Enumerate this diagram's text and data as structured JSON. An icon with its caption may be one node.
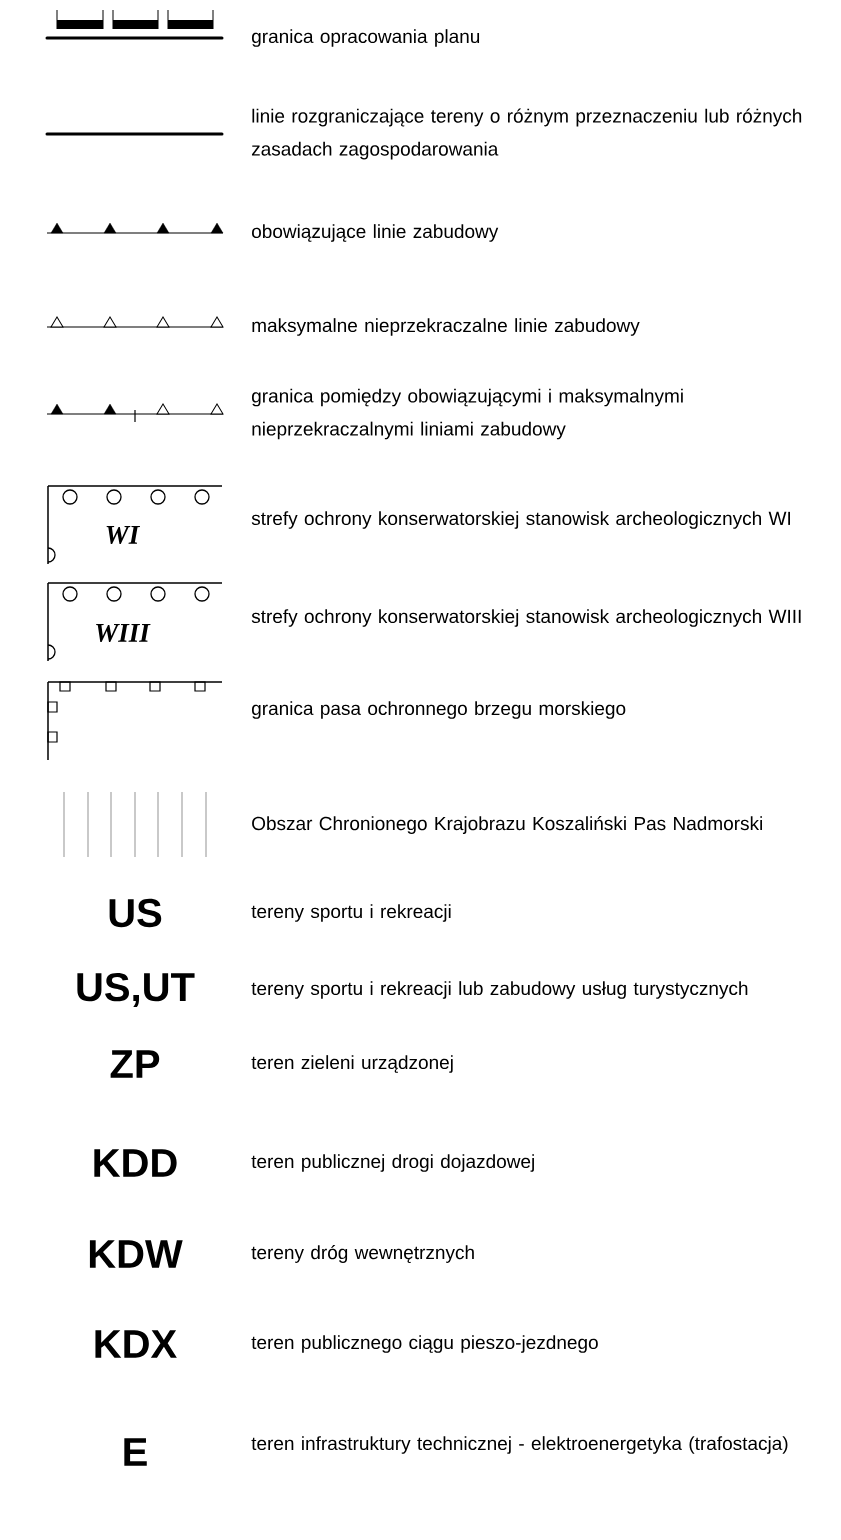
{
  "diagram": {
    "legend": [
      {
        "text": "granica opracowania planu"
      },
      {
        "text": "linie rozgraniczające tereny o różnym przeznaczeniu lub różnych zasadach zagospodarowania"
      },
      {
        "text": "obowiązujące linie zabudowy"
      },
      {
        "text": "maksymalne nieprzekraczalne linie zabudowy"
      },
      {
        "text": "granica pomiędzy obowiązującymi i maksymalnymi nieprzekraczalnymi liniami zabudowy"
      },
      {
        "text": "strefy ochrony konserwatorskiej stanowisk archeologicznych WI"
      },
      {
        "text": "strefy ochrony konserwatorskiej stanowisk archeologicznych WIII"
      },
      {
        "text": "granica pasa ochronnego brzegu morskiego"
      },
      {
        "text": "Obszar Chronionego Krajobrazu Koszaliński Pas Nadmorski"
      },
      {
        "text": "tereny sportu i rekreacji"
      },
      {
        "text": "tereny sportu i rekreacji lub zabudowy usług turystycznych"
      },
      {
        "text": "teren zieleni urządzonej"
      },
      {
        "text": "teren publicznej drogi dojazdowej"
      },
      {
        "text": "tereny dróg wewnętrznych"
      },
      {
        "text": "teren publicznego ciągu pieszo-jezdnego"
      },
      {
        "text": "teren infrastruktury technicznej - elektroenergetyka (trafostacja)"
      }
    ],
    "labels": [
      "WI",
      "WIII",
      "US",
      "US,UT",
      "ZP",
      "KDD",
      "KDW",
      "KDX",
      "E"
    ]
  }
}
